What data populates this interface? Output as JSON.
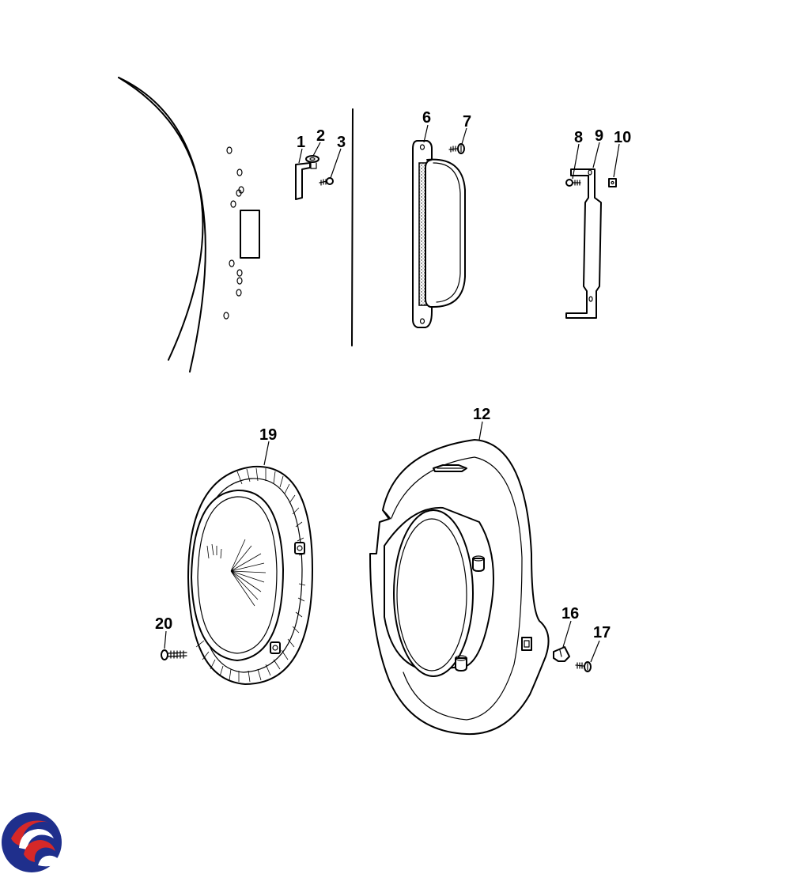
{
  "diagram": {
    "callouts": [
      "1",
      "2",
      "3",
      "6",
      "7",
      "8",
      "9",
      "10",
      "12",
      "16",
      "17",
      "19",
      "20"
    ]
  },
  "logo": {
    "icon": "swirl-logo-icon",
    "colors": [
      "#1f2f8c",
      "#d62828",
      "#ffffff"
    ]
  }
}
